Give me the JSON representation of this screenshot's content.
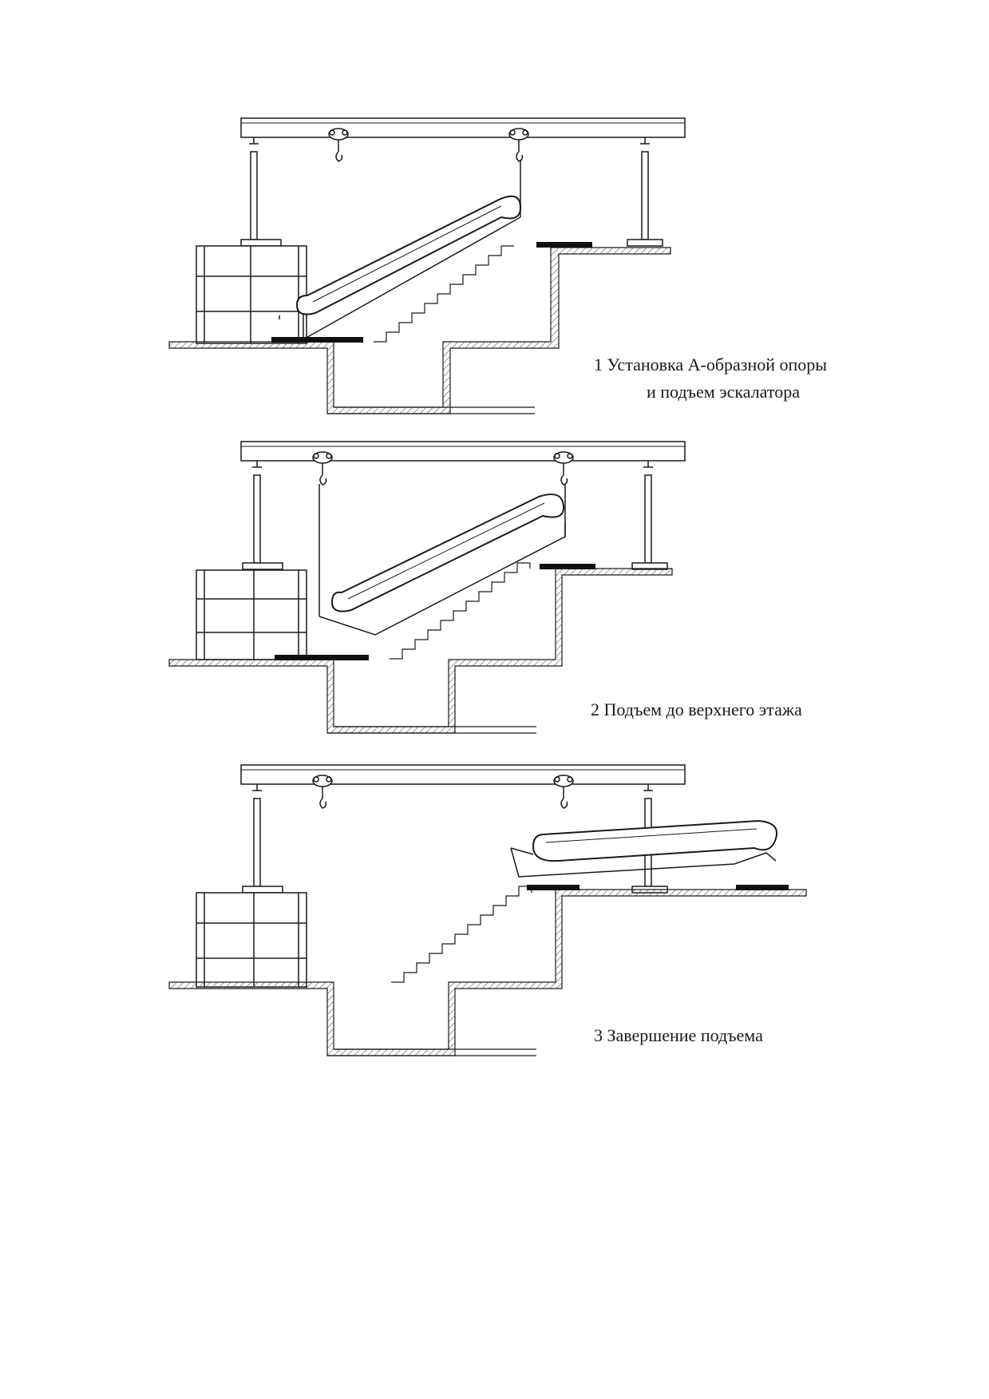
{
  "document": {
    "stages": [
      {
        "number": "1",
        "caption_lines": [
          "1  Установка А-образной опоры",
          "и подъем эскалатора"
        ]
      },
      {
        "number": "2",
        "caption_lines": [
          "2  Подъем до верхнего этажа"
        ]
      },
      {
        "number": "3",
        "caption_lines": [
          "3  Завершение подъема"
        ]
      }
    ],
    "colors": {
      "line": "#1a1a1a",
      "hatch": "#555555",
      "plate": "#111111",
      "background": "#ffffff"
    },
    "icons": [
      "trolley-hoist-icon",
      "hook-icon",
      "jack-support-icon",
      "scaffold-frame-icon",
      "escalator-truss-icon"
    ]
  }
}
